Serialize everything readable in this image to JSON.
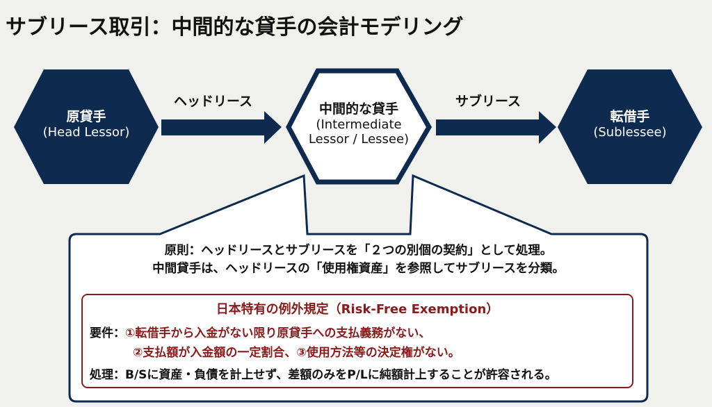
{
  "title": "サブリース取引：中間的な貸手の会計モデリング",
  "colors": {
    "navy": "#0f2a4f",
    "accent_red": "#8b1a1a",
    "background": "#f0f0ec",
    "panel": "#ffffff"
  },
  "nodes": {
    "head_lessor": {
      "jp": "原貸手",
      "en": "(Head Lessor)"
    },
    "intermediate": {
      "jp": "中間的な貸手",
      "en_line1": "(Intermediate",
      "en_line2": "Lessor / Lessee)"
    },
    "sublessee": {
      "jp": "転借手",
      "en": "(Sublessee)"
    }
  },
  "flows": {
    "head_lease": "ヘッドリース",
    "sublease": "サブリース"
  },
  "callout": {
    "principle_line1": "原則：ヘッドリースとサブリースを「２つの別個の契約」として処理。",
    "principle_line2": "中間貸手は、ヘッドリースの「使用権資産」を参照してサブリースを分類。",
    "exemption": {
      "title": "日本特有の例外規定（Risk-Free Exemption）",
      "requirements_label": "要件：",
      "requirement_line1": "①転借手から入金がない限り原貸手への支払義務がない、",
      "requirement_line2": "②支払額が入金額の一定割合、③使用方法等の決定権がない。",
      "treatment_label": "処理：",
      "treatment_text": "B/Sに資産・負債を計上せず、差額のみをP/Lに純額計上することが許容される。"
    }
  }
}
